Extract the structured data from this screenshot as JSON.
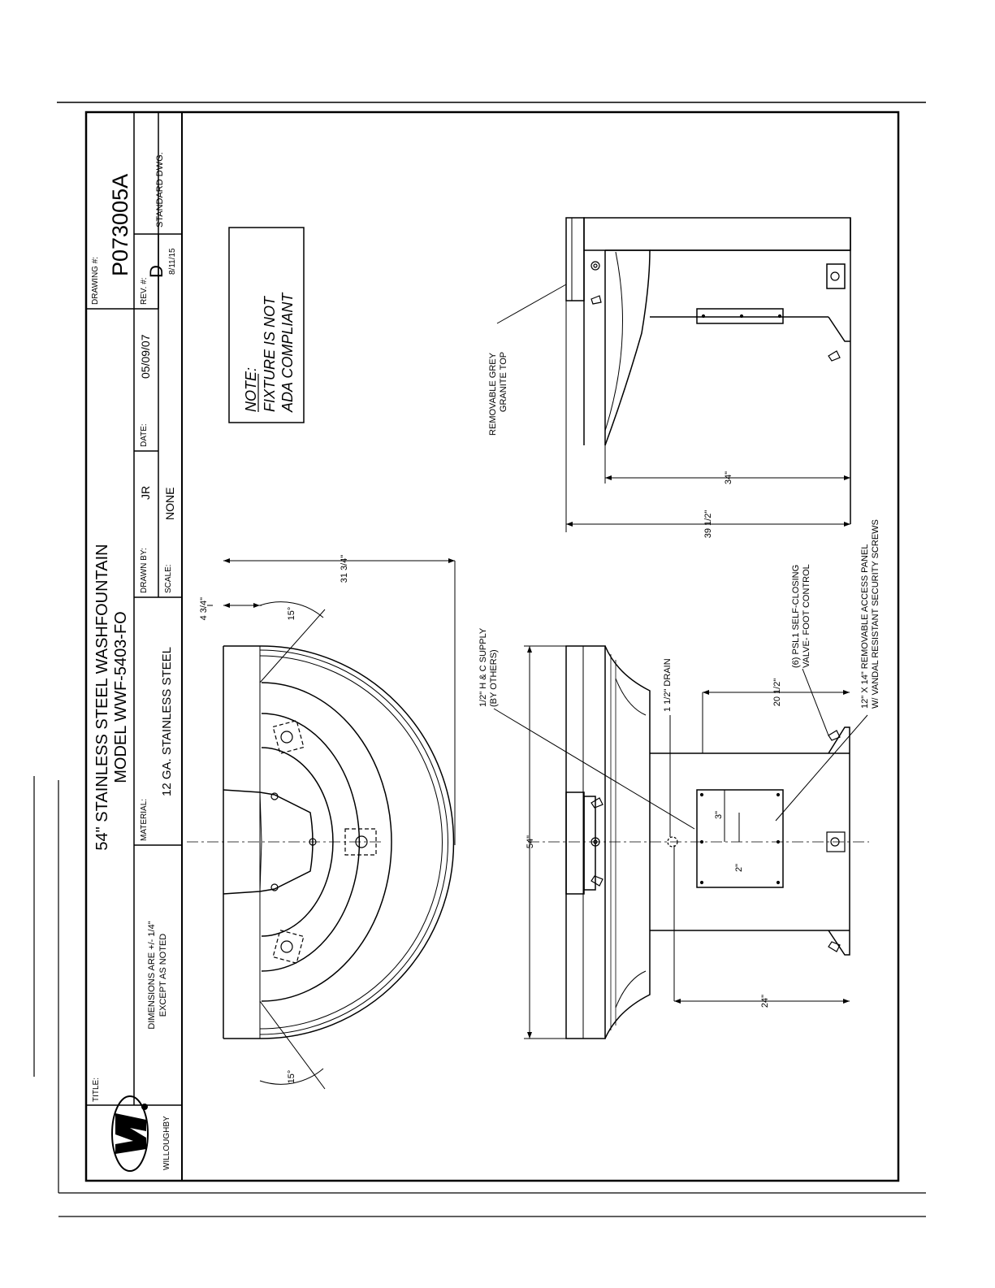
{
  "title_block": {
    "title_label": "TITLE:",
    "title_line1": "54\" STAINLESS STEEL WASHFOUNTAIN",
    "title_line2": "MODEL WWF-5403-FO",
    "material_label": "MATERIAL:",
    "material_value": "12 GA. STAINLESS STEEL",
    "drawn_by_label": "DRAWN BY:",
    "drawn_by_value": "JR",
    "date_label": "DATE:",
    "date_value": "05/09/07",
    "scale_label": "SCALE:",
    "scale_value": "NONE",
    "drawing_no_label": "DRAWING #:",
    "drawing_no_value": "P073005A",
    "rev_label": "REV. #:",
    "rev_value": "D",
    "rev_date": "8/11/15",
    "standard_label": "STANDARD DWG.",
    "tolerance_line1": "DIMENSIONS ARE +/- 1/4\"",
    "tolerance_line2": "EXCEPT AS NOTED",
    "company": "WILLOUGHBY"
  },
  "note": {
    "heading": "NOTE:",
    "line1": "FIXTURE IS NOT",
    "line2": "ADA COMPLIANT"
  },
  "callouts": {
    "granite_line1": "REMOVABLE GREY",
    "granite_line2": "GRANITE TOP",
    "supply_line1": "1/2\" H & C SUPPLY",
    "supply_line2": "(BY OTHERS)",
    "drain": "1 1/2\" DRAIN",
    "valve_line1": "(6) PSL1 SELF-CLOSING",
    "valve_line2": "VALVE- FOOT CONTROL",
    "panel_line1": "12\" X 14\" REMOVABLE ACCESS PANEL",
    "panel_line2": "W/ VANDAL RESISTANT SECURITY SCREWS"
  },
  "dimensions": {
    "width_total": "54\"",
    "depth_total": "31 3/4\"",
    "top_offset": "4 3/4\"",
    "angle_top": "15°",
    "angle_bottom": "15°",
    "height_total": "39 1/2\"",
    "rim_height": "34\"",
    "drain_height": "20 1/2\"",
    "base_offset": "24\"",
    "panel_x": "3\"",
    "panel_y": "2\""
  }
}
